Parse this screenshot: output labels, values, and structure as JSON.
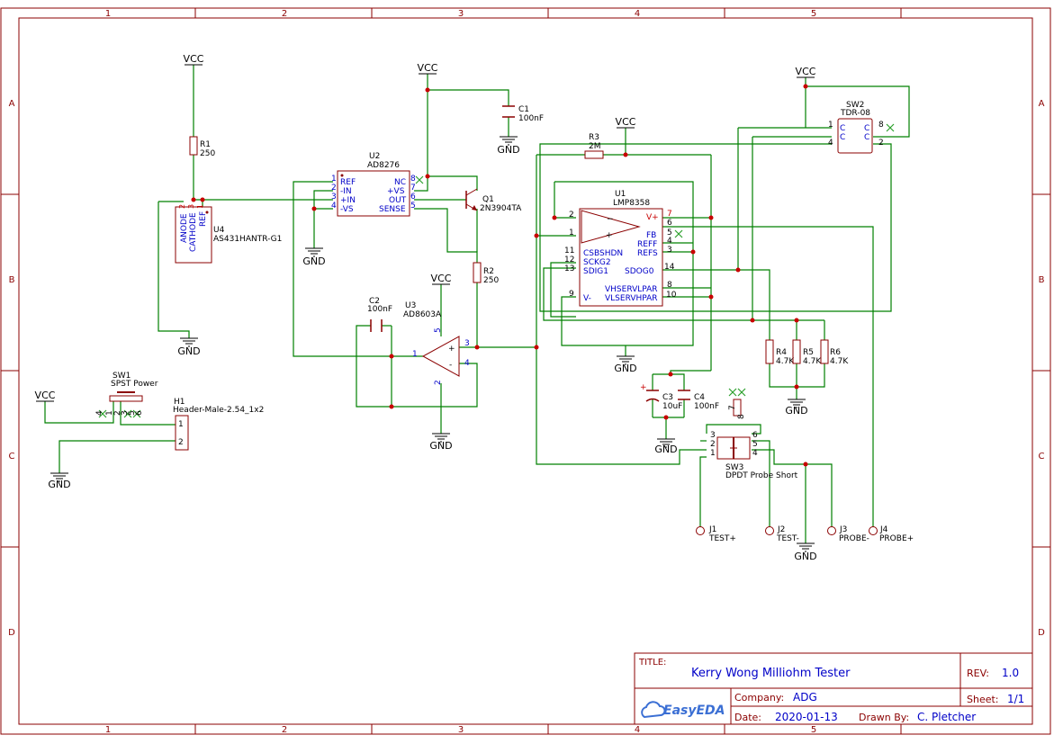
{
  "colors": {
    "frame": "#8b0000",
    "wire": "#008000",
    "pin_text": "#0000c8",
    "pin_num": "#c80000",
    "title_text": "#0000c8",
    "junction": "#c80000",
    "noconnect": "#2ca02c",
    "easyeda_logo": "#3b6fd4"
  },
  "grid": {
    "columns": [
      "1",
      "2",
      "3",
      "4",
      "5"
    ],
    "rows": [
      "A",
      "B",
      "C",
      "D"
    ]
  },
  "nets": {
    "vcc": "VCC",
    "gnd": "GND"
  },
  "components": {
    "r1": {
      "ref": "R1",
      "value": "250"
    },
    "r2": {
      "ref": "R2",
      "value": "250"
    },
    "r3": {
      "ref": "R3",
      "value": "2M"
    },
    "r4": {
      "ref": "R4",
      "value": "4.7K"
    },
    "r5": {
      "ref": "R5",
      "value": "4.7K"
    },
    "r6": {
      "ref": "R6",
      "value": "4.7K"
    },
    "c1": {
      "ref": "C1",
      "value": "100nF"
    },
    "c2": {
      "ref": "C2",
      "value": "100nF"
    },
    "c3": {
      "ref": "C3",
      "value": "10uF"
    },
    "c4": {
      "ref": "C4",
      "value": "100nF"
    },
    "u4": {
      "ref": "U4",
      "value": "AS431HANTR-G1",
      "pins": [
        "ANODE",
        "CATHODE",
        "REF"
      ],
      "pin_nums": [
        "2",
        "3",
        "1"
      ]
    },
    "u2": {
      "ref": "U2",
      "value": "AD8276",
      "left_pins": [
        "REF",
        "-IN",
        "+IN",
        "-VS"
      ],
      "left_nums": [
        "1",
        "2",
        "3",
        "4"
      ],
      "right_pins": [
        "NC",
        "+VS",
        "OUT",
        "SENSE"
      ],
      "right_nums": [
        "8",
        "7",
        "6",
        "5"
      ]
    },
    "q1": {
      "ref": "Q1",
      "value": "2N3904TA"
    },
    "u3": {
      "ref": "U3",
      "value": "AD8603A",
      "pins": [
        "1",
        "2",
        "3",
        "4",
        "5"
      ]
    },
    "u1": {
      "ref": "U1",
      "value": "LMP8358",
      "left_pins": [
        "CSBSHDN",
        "SCKG2",
        "SDIG1",
        "V-"
      ],
      "left_nums": [
        "2",
        "1",
        "11",
        "12",
        "13",
        "9"
      ],
      "right_pins": [
        "V+",
        "FB",
        "REFF",
        "REFS",
        "SDOG0",
        "VHSERVLPAR",
        "VLSERVHPAR"
      ],
      "right_nums": [
        "7",
        "6",
        "5",
        "4",
        "3",
        "14",
        "8",
        "10"
      ]
    },
    "sw1": {
      "ref": "SW1",
      "value": "SPST Power",
      "pins": [
        "4",
        "1",
        "2",
        "3",
        "5",
        "6"
      ]
    },
    "h1": {
      "ref": "H1",
      "value": "Header-Male-2.54_1x2",
      "pins": [
        "1",
        "2"
      ]
    },
    "sw2": {
      "ref": "SW2",
      "value": "TDR-08",
      "pins": [
        "1",
        "4",
        "8",
        "2"
      ],
      "pin_labels": [
        "C",
        "C",
        "C",
        "C"
      ]
    },
    "sw3": {
      "ref": "SW3",
      "value": "DPDT Probe Short",
      "pins": [
        "3",
        "2",
        "1",
        "6",
        "5",
        "4",
        "7",
        "8"
      ]
    },
    "j1": {
      "ref": "J1",
      "value": "TEST+"
    },
    "j2": {
      "ref": "J2",
      "value": "TEST-"
    },
    "j3": {
      "ref": "J3",
      "value": "PROBE-"
    },
    "j4": {
      "ref": "J4",
      "value": "PROBE+"
    }
  },
  "title_block": {
    "title_label": "TITLE:",
    "title": "Kerry Wong Milliohm Tester",
    "rev_label": "REV:",
    "rev": "1.0",
    "company_label": "Company:",
    "company": "ADG",
    "sheet_label": "Sheet:",
    "sheet": "1/1",
    "date_label": "Date:",
    "date": "2020-01-13",
    "drawn_by_label": "Drawn By:",
    "drawn_by": "C. Pletcher",
    "logo": "EasyEDA"
  }
}
